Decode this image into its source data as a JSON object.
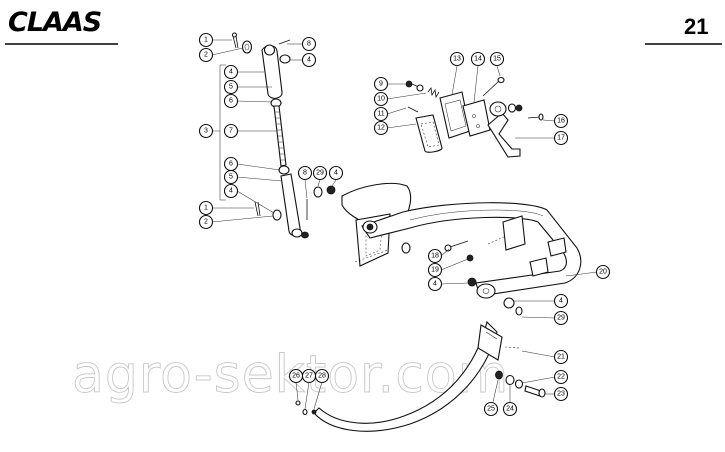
{
  "header": {
    "brand": "CLAAS",
    "page_number": "21"
  },
  "watermark": "agro-sektor.com",
  "callouts": {
    "c1a": "1",
    "c2a": "2",
    "c8a": "8",
    "c4a": "4",
    "c4b": "4",
    "c5a": "5",
    "c6a": "6",
    "c3": "3",
    "c7": "7",
    "c6b": "6",
    "c5b": "5",
    "c4c": "4",
    "c1b": "1",
    "c2b": "2",
    "c8b": "8",
    "c29a": "29",
    "c4d": "4",
    "c9": "9",
    "c10": "10",
    "c11": "11",
    "c12": "12",
    "c13": "13",
    "c14": "14",
    "c15": "15",
    "c16": "16",
    "c17": "17",
    "c18": "18",
    "c19": "19",
    "c4e": "4",
    "c20": "20",
    "c4f": "4",
    "c29b": "29",
    "c21": "21",
    "c22": "22",
    "c23": "23",
    "c24": "24",
    "c25": "25",
    "c26": "26",
    "c27": "27",
    "c28": "28"
  }
}
